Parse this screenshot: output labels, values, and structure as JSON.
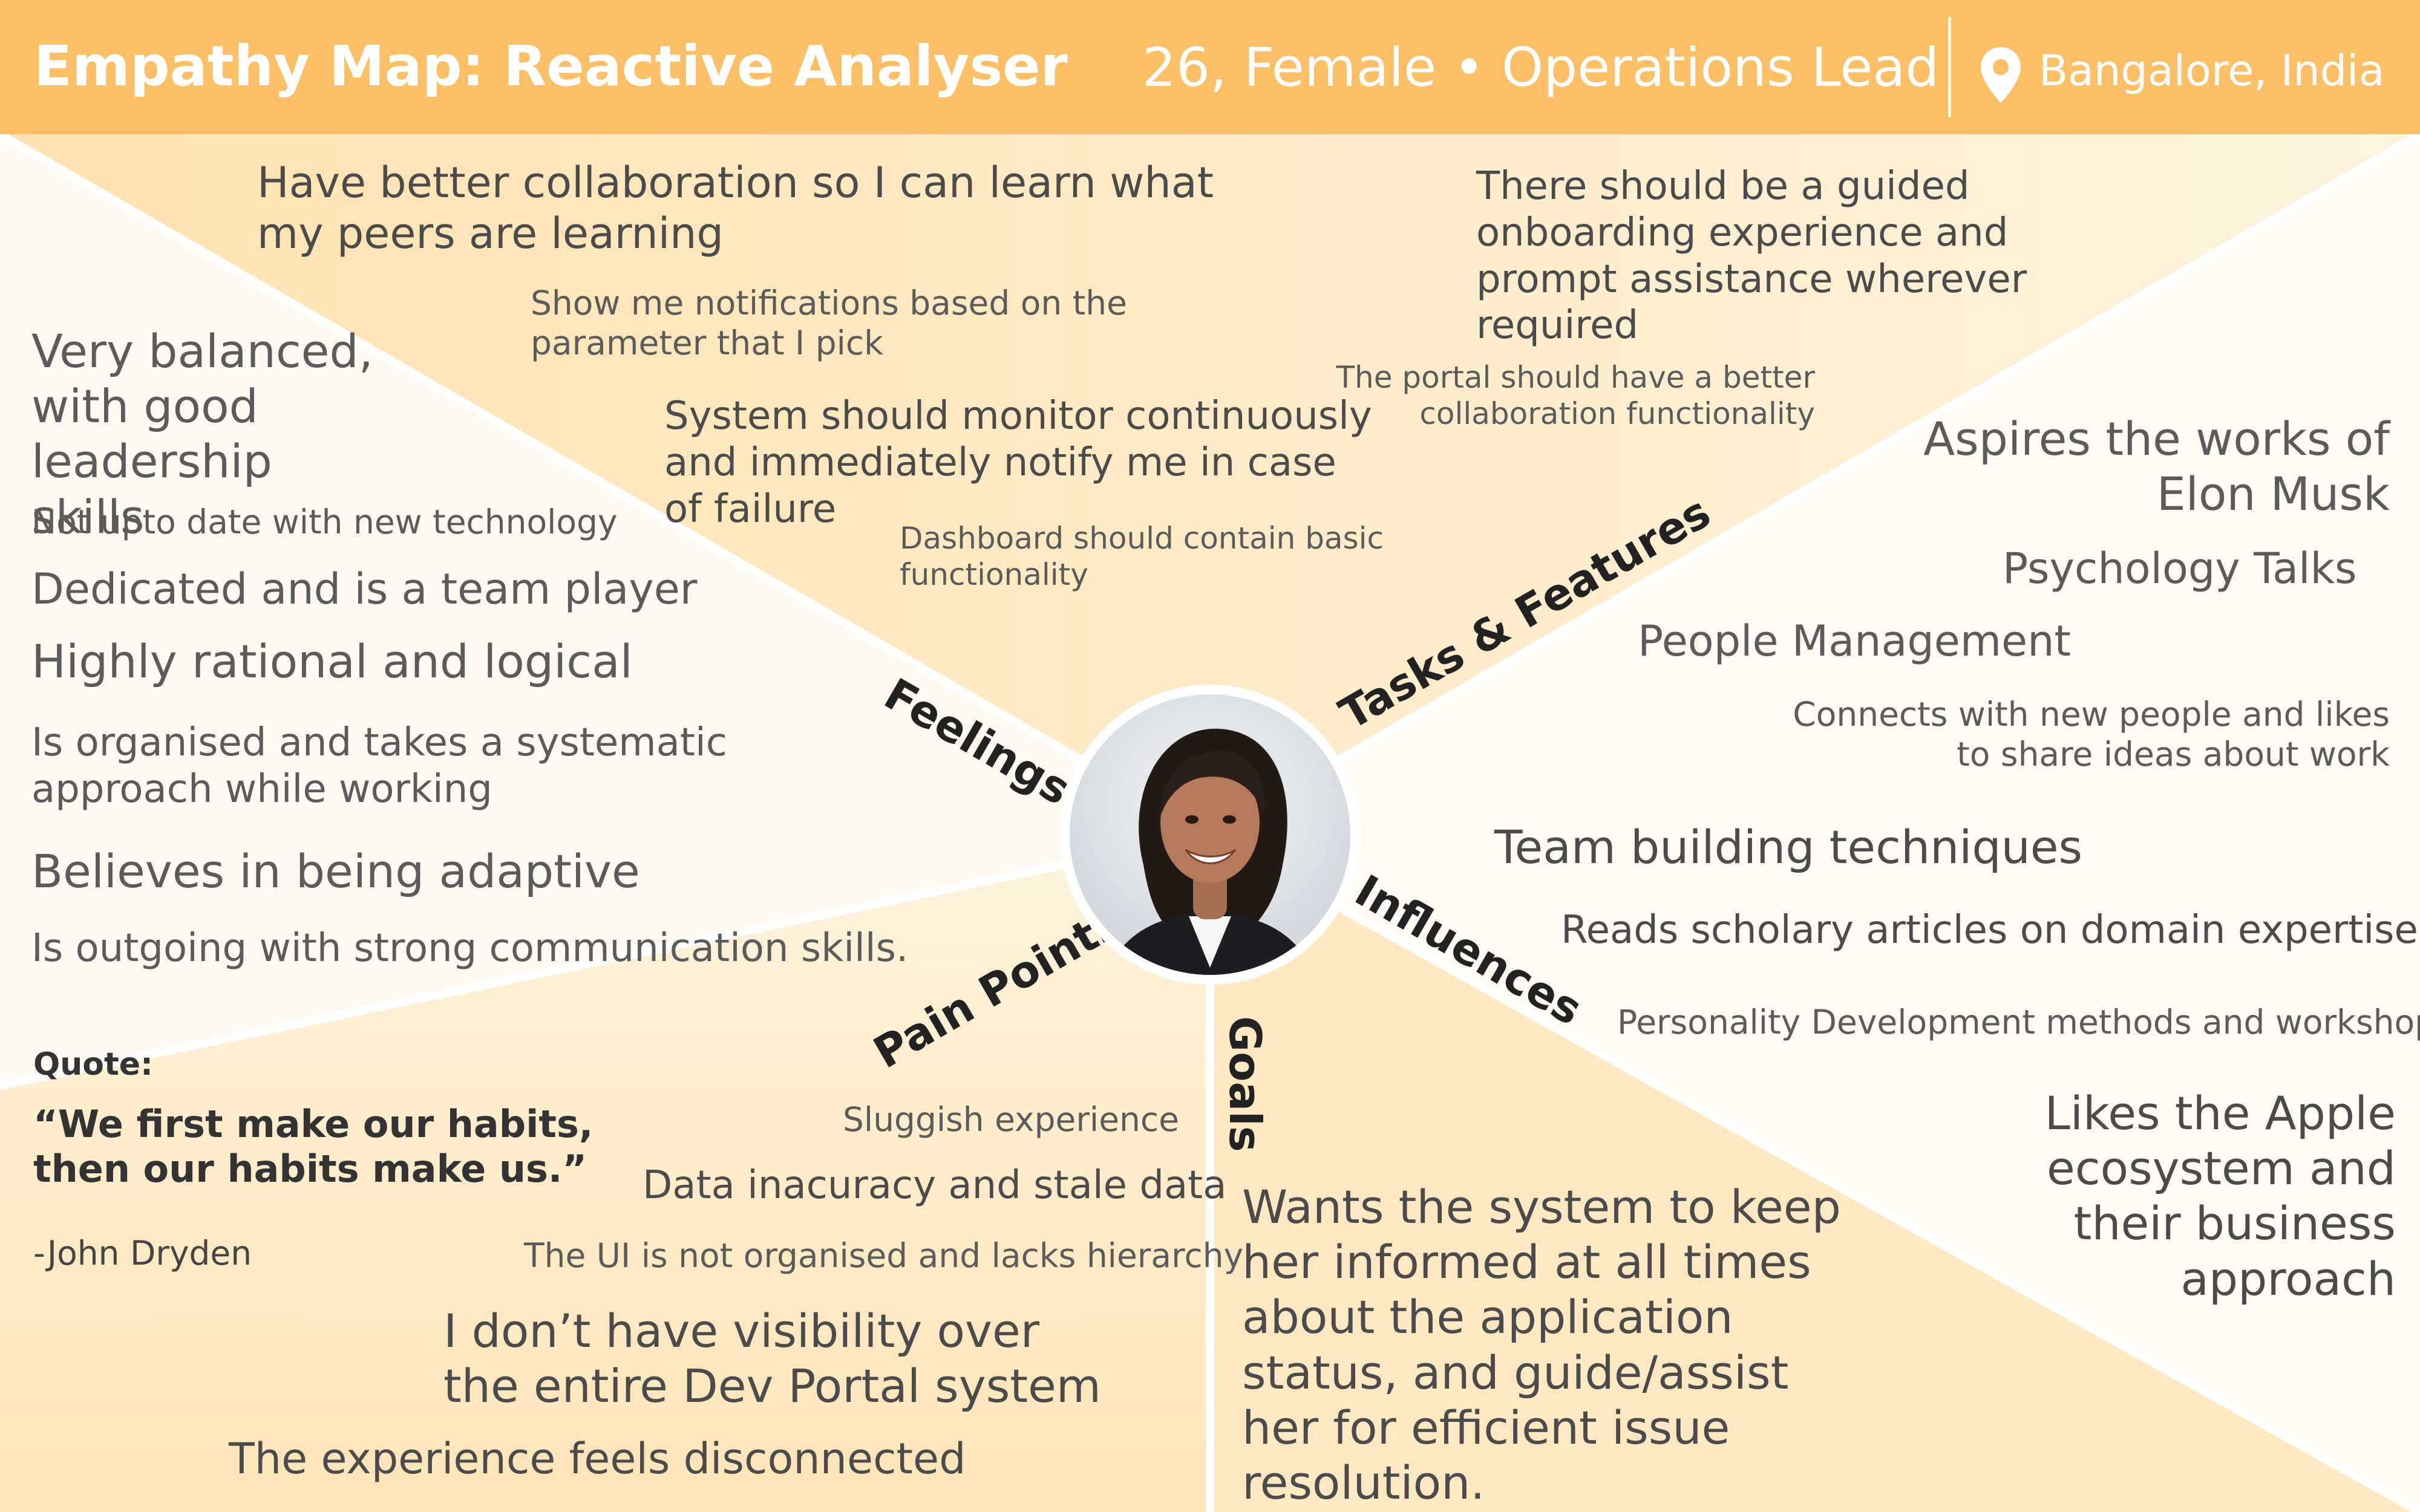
{
  "header": {
    "title": "Empathy Map: Reactive Analyser",
    "persona": "26, Female • Operations Lead",
    "location": "Bangalore, India"
  },
  "colors": {
    "header": "#fdbf66",
    "section_light": "#fff8ee",
    "section_warm": "#ffe6bd",
    "text": "#4b4b4b"
  },
  "labels": {
    "feelings": "Feelings",
    "tasks": "Tasks & Features",
    "influences": "Influences",
    "goals": "Goals",
    "pain_points": "Pain Points"
  },
  "feelings": {
    "item1": "Very balanced, with good leadership skills",
    "item2": "Not upto date with new technology",
    "item3": "Dedicated and is a team player",
    "item4": "Highly rational and logical",
    "item5": "Is organised and takes a systematic approach while working",
    "item6": "Believes in being adaptive",
    "item7": "Is outgoing with strong communication skills."
  },
  "quote": {
    "label": "Quote:",
    "text": "“We first make our habits, then our habits make us.”",
    "author": "-John Dryden"
  },
  "tasks": {
    "item1": "Have better collaboration so I can learn what my peers are learning",
    "item2": "Show me notifications based on the parameter that I pick",
    "item3": "System should monitor continuously and immediately notify me in case of failure",
    "item4": "Dashboard should contain basic functionality",
    "item5": "There should be a guided onboarding experience and prompt assistance wherever required",
    "item6": "The portal should have a better collaboration functionality"
  },
  "influences": {
    "item1": "Aspires the works of Elon Musk",
    "item2": "Psychology Talks",
    "item3": "People Management",
    "item4": "Connects with new people and likes to share ideas about work",
    "item5": "Team building techniques",
    "item6": "Reads scholary articles on domain expertise",
    "item7": "Personality Development methods and workshops",
    "item8": "Likes the Apple ecosystem and their business approach"
  },
  "pain_points": {
    "item1": "Sluggish experience",
    "item2": "Data inacuracy and stale data",
    "item3": "The UI is not organised and lacks hierarchy",
    "item4": "I don’t have visibility over the entire Dev Portal system",
    "item5": "The experience feels disconnected"
  },
  "goals": {
    "item1": "Wants the system to keep her informed at all times about the application status, and guide/assist her for efficient issue resolution."
  }
}
